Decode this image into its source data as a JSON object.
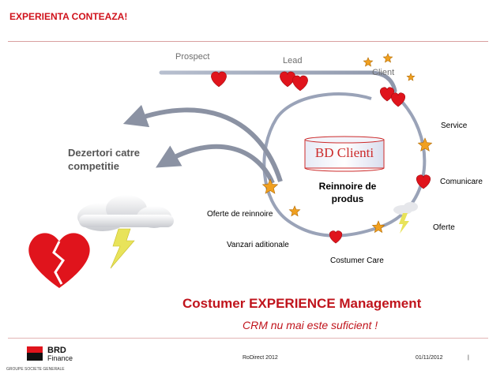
{
  "header": {
    "title": "EXPERIENTA CONTEAZA!"
  },
  "stages": {
    "prospect": "Prospect",
    "lead": "Lead",
    "client": "Client"
  },
  "churn": {
    "line1": "Dezertori catre",
    "line2": "competitie"
  },
  "database": {
    "label": "BD Clienti"
  },
  "center": {
    "line1": "Reinnoire de",
    "line2": "produs"
  },
  "touchpoints": {
    "service": "Service",
    "comunicare": "Comunicare",
    "oferte": "Oferte",
    "costumer_care": "Costumer Care",
    "oferte_reinnoire": "Oferte de reinnoire",
    "vanzari": "Vanzari aditionale"
  },
  "tagline": {
    "title": "Costumer EXPERIENCE Management",
    "subtitle": "CRM nu mai este suficient !"
  },
  "logo": {
    "brand": "BRD",
    "product": "Finance",
    "group": "GROUPE SOCIETE GENERALE"
  },
  "footer": {
    "event": "RoDirect 2012",
    "date": "01/11/2012",
    "separator": "|"
  },
  "colors": {
    "accent": "#d0121b",
    "heart": "#e0141c",
    "star": "#f0a020",
    "line": "#9aa3b8",
    "db": "#cc2a2a"
  }
}
